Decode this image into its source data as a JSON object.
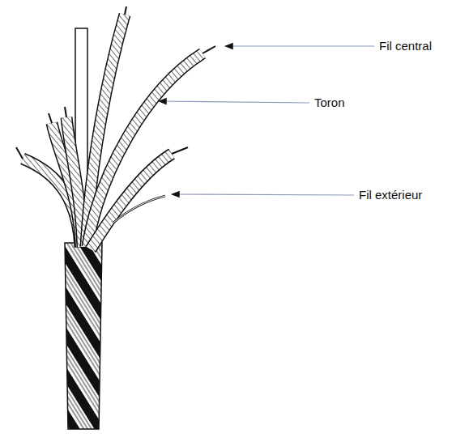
{
  "diagram": {
    "labels": [
      "Fil central",
      "Toron",
      "Fil extérieur"
    ]
  }
}
